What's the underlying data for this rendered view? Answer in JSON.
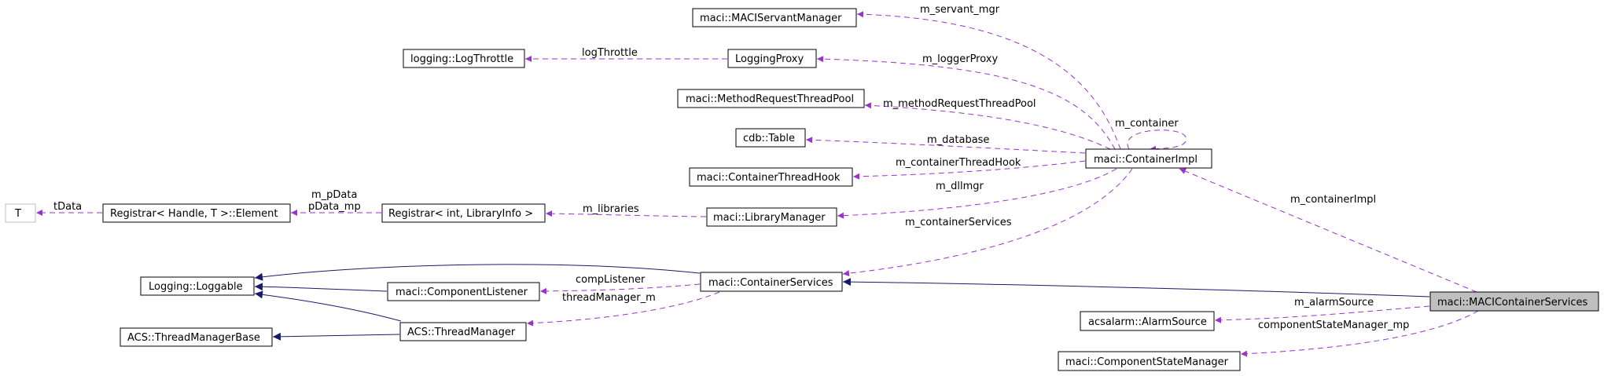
{
  "nodes": {
    "T": "T",
    "registrar_element": "Registrar< Handle, T >::Element",
    "registrar_libinfo": "Registrar< int, LibraryInfo >",
    "log_throttle": "logging::LogThrottle",
    "logging_proxy": "LoggingProxy",
    "servant_manager": "maci::MACIServantManager",
    "method_request_pool": "maci::MethodRequestThreadPool",
    "cdb_table": "cdb::Table",
    "container_thread_hook": "maci::ContainerThreadHook",
    "library_manager": "maci::LibraryManager",
    "container_impl": "maci::ContainerImpl",
    "loggable": "Logging::Loggable",
    "component_listener": "maci::ComponentListener",
    "container_services": "maci::ContainerServices",
    "thread_manager_base": "ACS::ThreadManagerBase",
    "thread_manager": "ACS::ThreadManager",
    "alarm_source": "acsalarm::AlarmSource",
    "component_state_manager": "maci::ComponentStateManager",
    "maci_container_services": "maci::MACIContainerServices"
  },
  "edges": {
    "tData": "tData",
    "m_pData": "m_pData",
    "pData_mp": "pData_mp",
    "m_libraries": "m_libraries",
    "logThrottle": "logThrottle",
    "m_servant_mgr": "m_servant_mgr",
    "m_loggerProxy": "m_loggerProxy",
    "m_methodRequestThreadPool": "m_methodRequestThreadPool",
    "m_container": "m_container",
    "m_database": "m_database",
    "m_containerThreadHook": "m_containerThreadHook",
    "m_dllmgr": "m_dllmgr",
    "m_containerServices": "m_containerServices",
    "m_containerImpl": "m_containerImpl",
    "compListener": "compListener",
    "threadManager_m": "threadManager_m",
    "m_alarmSource": "m_alarmSource",
    "componentStateManager_mp": "componentStateManager_mp"
  },
  "colors": {
    "usage_edge": "#9a32cd",
    "inheritance_edge": "#191970",
    "focus_fill": "#bfbfbf"
  }
}
